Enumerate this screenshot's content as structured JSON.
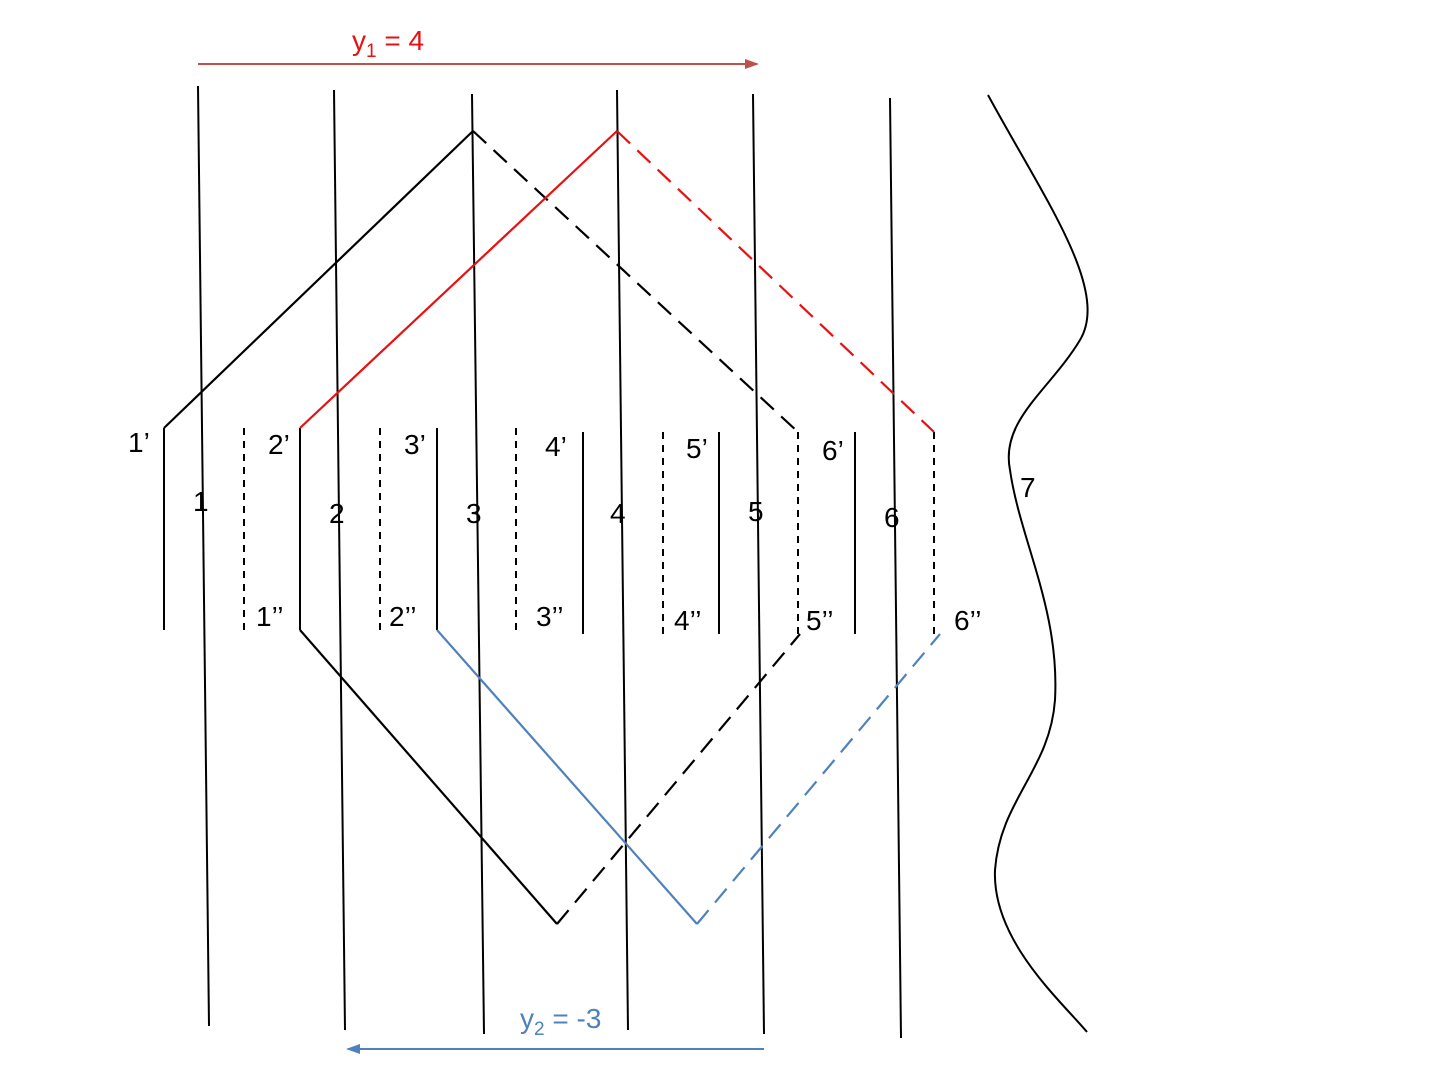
{
  "colors": {
    "black": "#000000",
    "red": "#e81010",
    "blue": "#4f81bd",
    "arrow_red": "#c0504d"
  },
  "pitch_top": {
    "var": "y",
    "sub": "1",
    "rest": " = 4"
  },
  "pitch_bottom": {
    "var": "y",
    "sub": "2",
    "rest": " = -3"
  },
  "conductor_labels": [
    "1",
    "2",
    "3",
    "4",
    "5",
    "6",
    "7"
  ],
  "top_end_labels": [
    "1’",
    "2’",
    "3’",
    "4’",
    "5’",
    "6’"
  ],
  "bottom_end_labels": [
    "1’’",
    "2’’",
    "3’’",
    "4’’",
    "5’’",
    "6’’"
  ]
}
